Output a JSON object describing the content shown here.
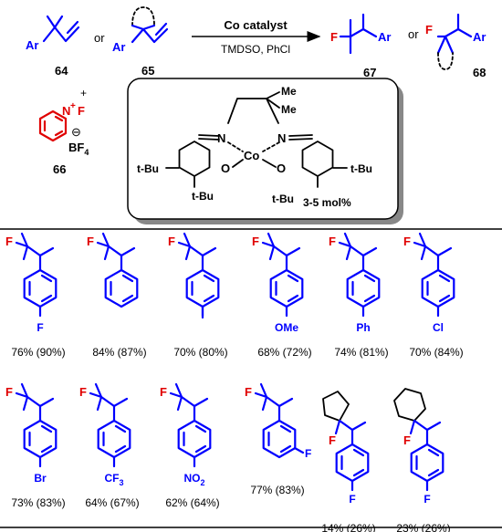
{
  "scheme": {
    "reactants": [
      {
        "number": "64",
        "group_label": "Ar"
      },
      {
        "number": "65",
        "group_label": "Ar"
      }
    ],
    "or_word": "or",
    "plus": "+",
    "reagent": {
      "number": "66",
      "atom_N": "N",
      "charge_plus": "+",
      "atom_F": "F",
      "charge_minus": "⊖",
      "counterion": "BF",
      "counterion_sub": "4"
    },
    "arrow_top": "Co catalyst",
    "arrow_bottom": "TMDSO, PhCl",
    "products": [
      {
        "number": "67",
        "atom_F": "F",
        "group_label": "Ar"
      },
      {
        "number": "68",
        "atom_F": "F",
        "group_label": "Ar"
      }
    ],
    "catalyst": {
      "me1": "Me",
      "me2": "Me",
      "n_left": "N",
      "n_right": "N",
      "metal": "Co",
      "o_left": "O",
      "o_right": "O",
      "tbu_labels": [
        "t-Bu",
        "t-Bu",
        "t-Bu",
        "t-Bu"
      ],
      "loading": "3-5 mol%"
    }
  },
  "substrates_row1": [
    {
      "id": "F",
      "atom_F": "F",
      "substituent": "F",
      "yield": "76% (90%)"
    },
    {
      "id": "H",
      "atom_F": "F",
      "substituent": "",
      "yield": "84% (87%)"
    },
    {
      "id": "Me",
      "atom_F": "F",
      "substituent": "",
      "yield": "70% (80%)"
    },
    {
      "id": "OMe",
      "atom_F": "F",
      "substituent": "OMe",
      "yield": "68% (72%)"
    },
    {
      "id": "Ph",
      "atom_F": "F",
      "substituent": "Ph",
      "yield": "74% (81%)"
    },
    {
      "id": "Cl",
      "atom_F": "F",
      "substituent": "Cl",
      "yield": "70% (84%)"
    }
  ],
  "substrates_row2": [
    {
      "id": "Br",
      "atom_F": "F",
      "substituent": "Br",
      "substituent_sub": "",
      "yield": "73% (83%)"
    },
    {
      "id": "CF3",
      "atom_F": "F",
      "substituent": "CF",
      "substituent_sub": "3",
      "yield": "64% (67%)"
    },
    {
      "id": "NO2",
      "atom_F": "F",
      "substituent": "NO",
      "substituent_sub": "2",
      "yield": "62% (64%)"
    },
    {
      "id": "mF",
      "atom_F": "F",
      "substituent": "F",
      "substituent_sub": "",
      "yield": "77% (83%)"
    },
    {
      "id": "cyclopentyl",
      "atom_F": "F",
      "substituent": "F",
      "substituent_sub": "",
      "yield": "14% (26%)"
    },
    {
      "id": "cyclohexyl",
      "atom_F": "F",
      "substituent": "F",
      "substituent_sub": "",
      "yield": "23% (26%)"
    }
  ]
}
